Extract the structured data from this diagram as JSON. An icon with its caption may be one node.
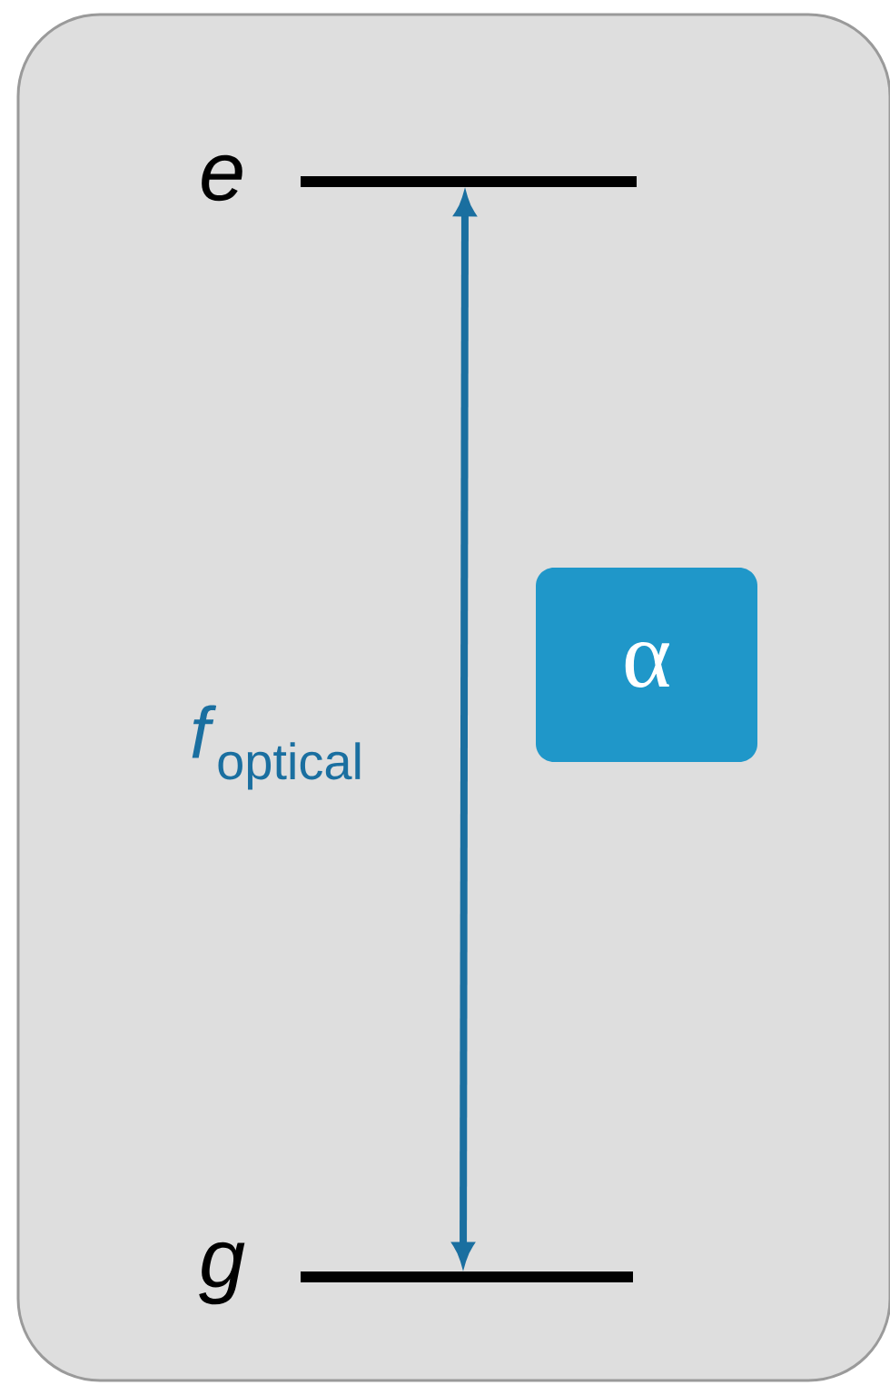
{
  "diagram": {
    "nodes": [
      {
        "text": [],
        "shape": "box"
      },
      {
        "text": [],
        "shape": "bar",
        "beside": [
          "e"
        ],
        "in": 0
      },
      {
        "text": [
          "α"
        ],
        "in": 0
      },
      {
        "text": [],
        "shape": "bar",
        "beside": [
          "g"
        ],
        "in": 0
      }
    ],
    "edges": [
      {
        "from": 3,
        "to": 1,
        "arrow": "both",
        "label": "*f*$_{optical}$"
      }
    ]
  }
}
